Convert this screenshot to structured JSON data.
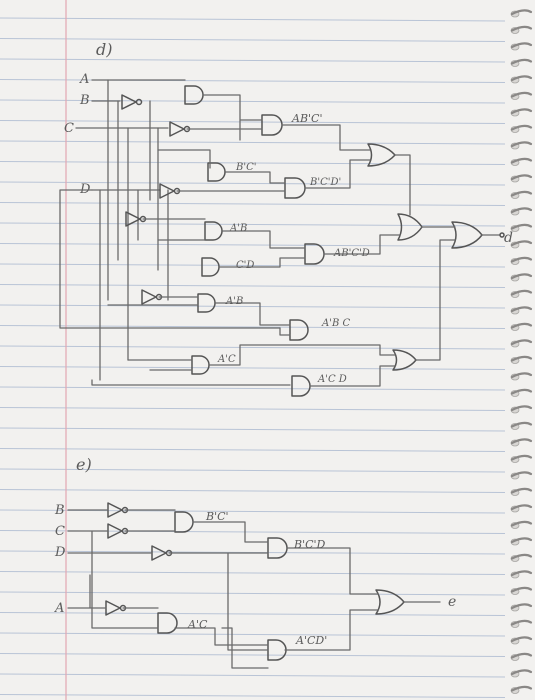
{
  "section_d": {
    "label": "d)",
    "inputs": [
      "A",
      "B",
      "C",
      "D"
    ],
    "terms": [
      "AB'C'",
      "B'C'",
      "B'C'D'",
      "A'B",
      "C'D",
      "AB'C'D",
      "A'B",
      "A'B C",
      "A'C",
      "A'C D"
    ],
    "output": "d"
  },
  "section_e": {
    "label": "e)",
    "inputs": [
      "B",
      "C",
      "D",
      "A"
    ],
    "terms": [
      "B'C'",
      "B'C'D",
      "A'C",
      "A'CD'"
    ],
    "output": "e"
  },
  "colors": {
    "ink": "#555555",
    "ruled_line": "#b9c4d6",
    "margin": "#e3a7b2",
    "paper": "#f2f1ef"
  }
}
